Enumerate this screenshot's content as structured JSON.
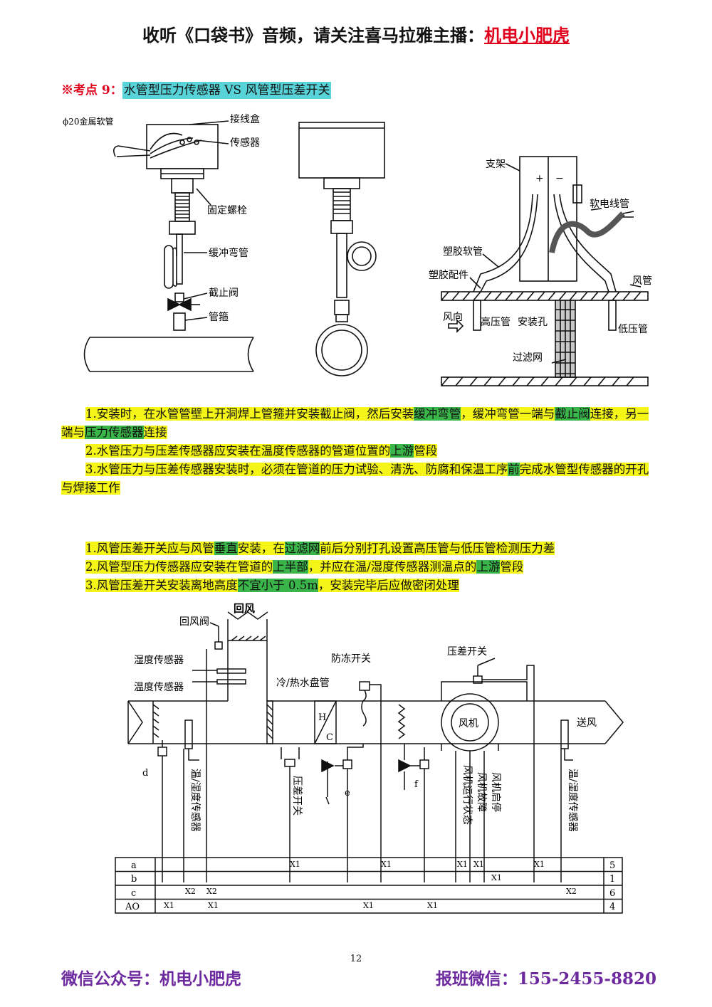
{
  "header": {
    "prefix": "收听《口袋书》音频，请关注喜马拉雅主播：",
    "name": "机电小肥虎"
  },
  "keypoint": {
    "label": "※考点 9：",
    "title": "水管型压力传感器 VS 风管型压差开关"
  },
  "fig1": {
    "labels": {
      "hose": "ϕ20金属软管",
      "junction_box": "接线盒",
      "sensor": "传感器",
      "bolt": "固定螺栓",
      "buffer": "缓冲弯管",
      "valve": "截止阀",
      "hoop": "管箍"
    }
  },
  "fig3": {
    "labels": {
      "bracket": "支架",
      "cable": "软电线管",
      "plastic_hose": "塑胶软管",
      "plastic_fitting": "塑胶配件",
      "duct": "风管",
      "wind_dir": "风向",
      "high_tube": "高压管",
      "mount_hole": "安装孔",
      "low_tube": "低压管",
      "filter": "过滤网",
      "plus": "+",
      "minus": "−"
    }
  },
  "water_notes": {
    "n1_a": "1.安装时，在水管管壁上开洞焊上管箍并安装截止阀，然后安装",
    "n1_b": "缓冲弯管",
    "n1_c": "，缓冲弯管一端与",
    "n1_d": "截止阀",
    "n1_e": "连接，另一端与",
    "n1_f": "压力传感器",
    "n1_g": "连接",
    "n2_a": "2.水管压力与压差传感器应安装在温度传感器的管道位置的",
    "n2_b": "上游",
    "n2_c": "管段",
    "n3_a": "3.水管压力与压差传感器安装时，必须在管道的压力试验、清洗、防腐和保温工序",
    "n3_b": "前",
    "n3_c": "完成水管型传感器的开孔与焊接工作"
  },
  "duct_notes": {
    "n1_a": "1.风管压差开关应与风管",
    "n1_b": "垂直",
    "n1_c": "安装，在",
    "n1_d": "过滤网",
    "n1_e": "前后分别打孔设置高压管与低压管检测压力差",
    "n2_a": "2.风管型压力传感器应安装在管道的",
    "n2_b": "上半部",
    "n2_c": "，并应在温/湿度传感器测温点的",
    "n2_d": "上游",
    "n2_e": "管段",
    "n3_a": "3.风管压差开关安装离地高度",
    "n3_b": "不宜小于 0.5m",
    "n3_c": "，安装完毕后应做密闭处理"
  },
  "schematic": {
    "labels": {
      "return_air": "回风",
      "return_damper": "回风阀",
      "humidity_sensor": "湿度传感器",
      "temp_sensor": "温度传感器",
      "coil": "冷/热水盘管",
      "antifreeze": "防冻开关",
      "dp_switch": "压差开关",
      "fan": "风机",
      "supply_air": "送风",
      "h": "H",
      "c": "C",
      "d": "d",
      "e": "e",
      "f": "f",
      "th_sensor_left": "温/湿度传感器",
      "dp_switch_vertical": "压差开关",
      "fan_run_status": "风机运行状态",
      "fan_fault": "风机故障",
      "fan_start_stop": "风机启停",
      "th_sensor_right": "温/湿度传感器"
    },
    "rows": [
      {
        "name": "a",
        "count": "5"
      },
      {
        "name": "b",
        "count": "1"
      },
      {
        "name": "c",
        "count": "6"
      },
      {
        "name": "AO",
        "count": "4"
      }
    ],
    "x1": "X1",
    "x2": "X2"
  },
  "page_number": "12",
  "footer": {
    "left": "微信公众号：机电小肥虎",
    "right": "报班微信：155-2455-8820"
  }
}
